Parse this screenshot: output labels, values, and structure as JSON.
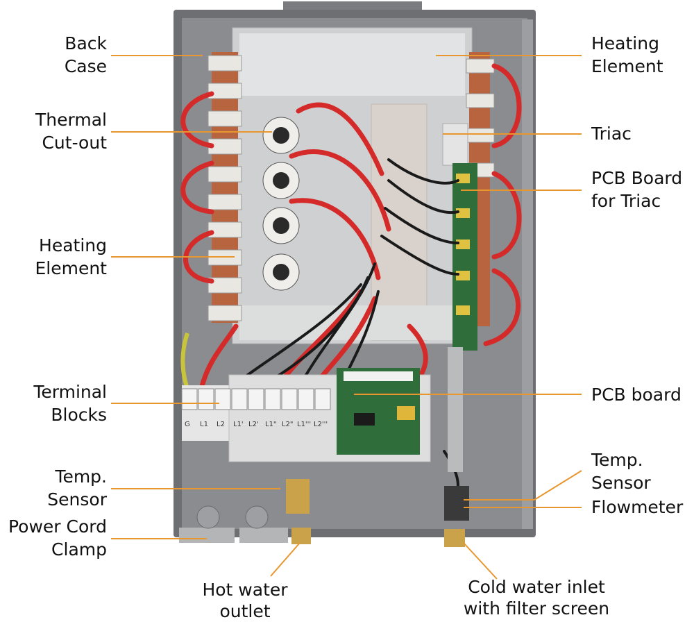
{
  "colors": {
    "leader": "#e8962e",
    "case": "#6d6f72",
    "case_inner": "#8a8c8f",
    "plate": "#d6d7d8",
    "wire_red": "#d42a2a",
    "wire_black": "#1a1a1a",
    "brass": "#c9a24a",
    "pcb": "#2f6e3a"
  },
  "labels": {
    "back_case": [
      "Back",
      "Case"
    ],
    "thermal_cutout": [
      "Thermal",
      "Cut-out"
    ],
    "heating_element_left": [
      "Heating",
      "Element"
    ],
    "terminal_blocks": [
      "Terminal",
      "Blocks"
    ],
    "temp_sensor_left": [
      "Temp.",
      "Sensor"
    ],
    "power_cord_clamp": [
      "Power Cord",
      "Clamp"
    ],
    "hot_water_outlet": [
      "Hot water",
      "outlet"
    ],
    "heating_element_right": [
      "Heating",
      "Element"
    ],
    "triac": "Triac",
    "pcb_triac": [
      "PCB Board",
      "for Triac"
    ],
    "pcb_board": "PCB board",
    "temp_sensor_right": [
      "Temp.",
      "Sensor"
    ],
    "flowmeter": "Flowmeter",
    "cold_water_inlet": [
      "Cold water inlet",
      "with filter screen"
    ]
  },
  "terminal_marks": [
    "G",
    "L1",
    "L2",
    "L1'",
    "L2'",
    "L1\"",
    "L2\"",
    "L1'''",
    "L2'''"
  ]
}
